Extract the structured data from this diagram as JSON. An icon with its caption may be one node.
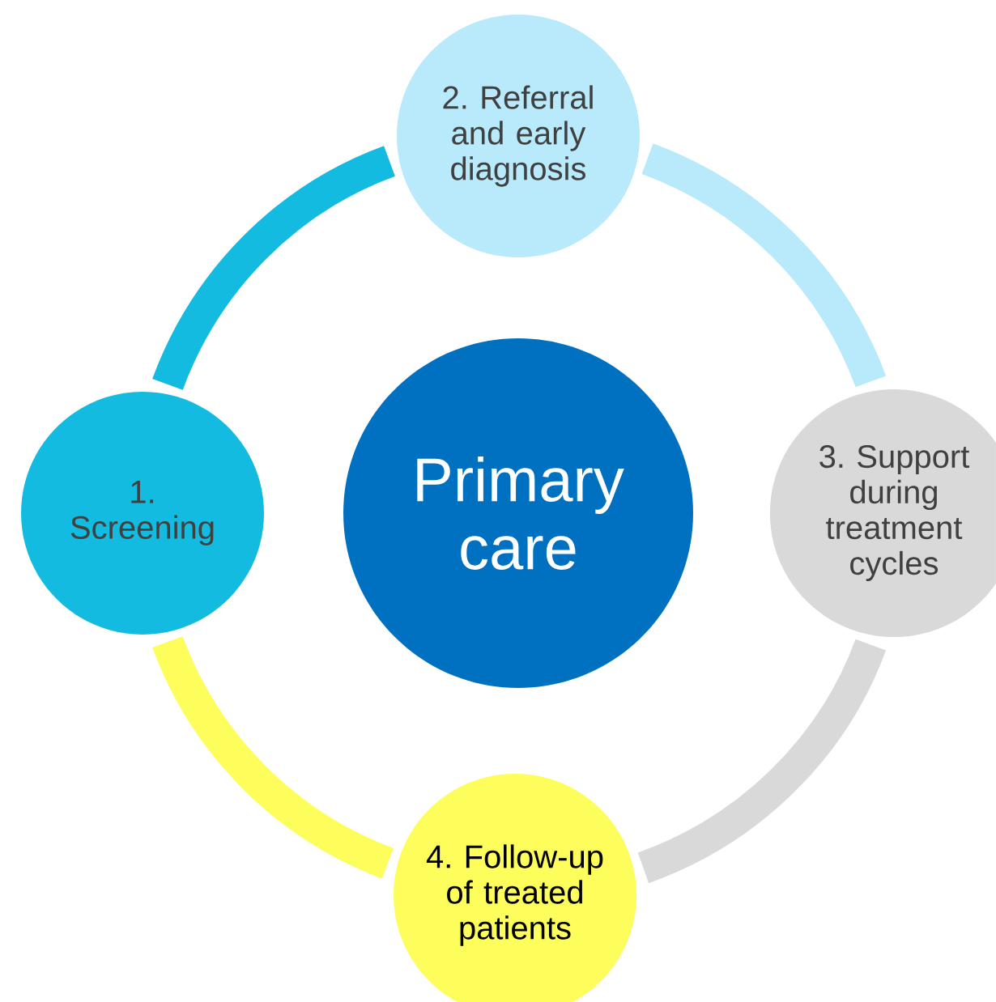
{
  "diagram": {
    "nodes": [
      {
        "text": [
          "Primary care"
        ]
      },
      {
        "text": [
          "1. Screening"
        ]
      },
      {
        "text": [
          "2. Referral and early diagnosis"
        ]
      },
      {
        "text": [
          "3. Support during treatment cycles"
        ]
      },
      {
        "text": [
          "4. Follow-up of treated patients"
        ]
      }
    ],
    "edges": [
      {
        "from": 1,
        "to": 2,
        "arrow": "none",
        "color": "#12bbdf"
      },
      {
        "from": 2,
        "to": 3,
        "arrow": "none",
        "color": "#b8eafb"
      },
      {
        "from": 3,
        "to": 4,
        "arrow": "none",
        "color": "#d9d9d9"
      },
      {
        "from": 4,
        "to": 1,
        "arrow": "none",
        "color": "#fdfd5c"
      }
    ]
  }
}
